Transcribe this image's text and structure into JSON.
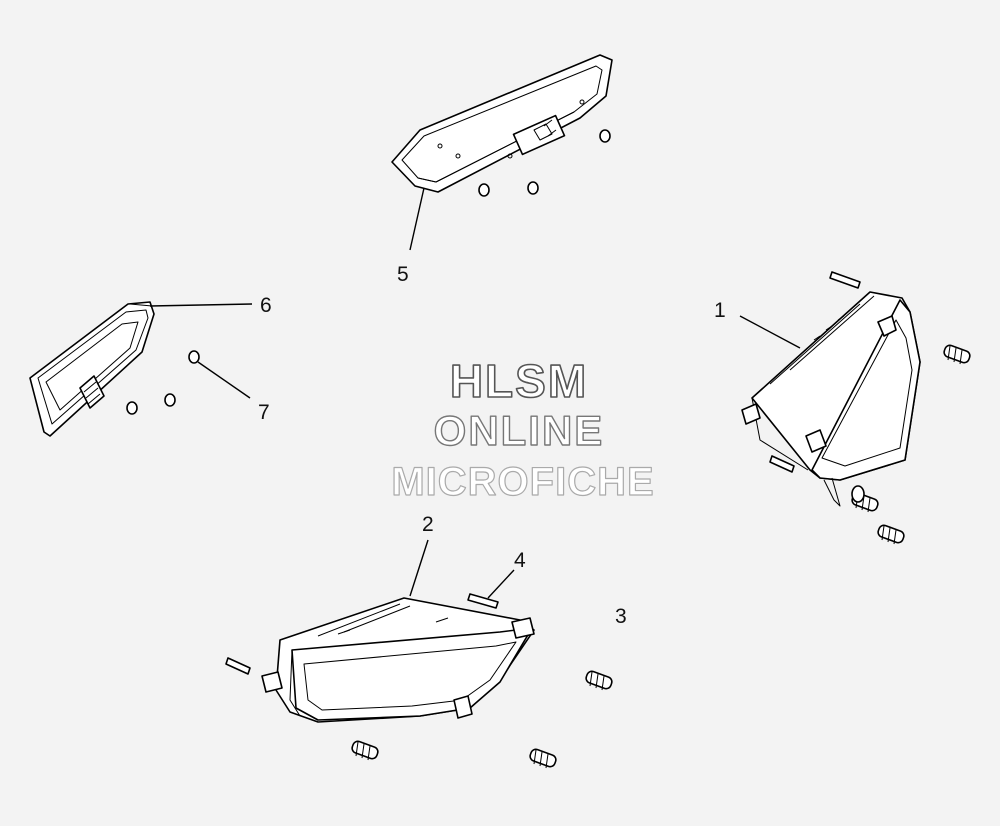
{
  "callouts": {
    "c1": "1",
    "c2": "2",
    "c3": "3",
    "c4": "4",
    "c5": "5",
    "c6": "6",
    "c7": "7"
  },
  "watermark": {
    "line1": "HLSM",
    "line2": "ONLINE",
    "line3": "MICROFICHE"
  },
  "colors": {
    "background": "#f3f3f3",
    "linework": "#000000"
  }
}
